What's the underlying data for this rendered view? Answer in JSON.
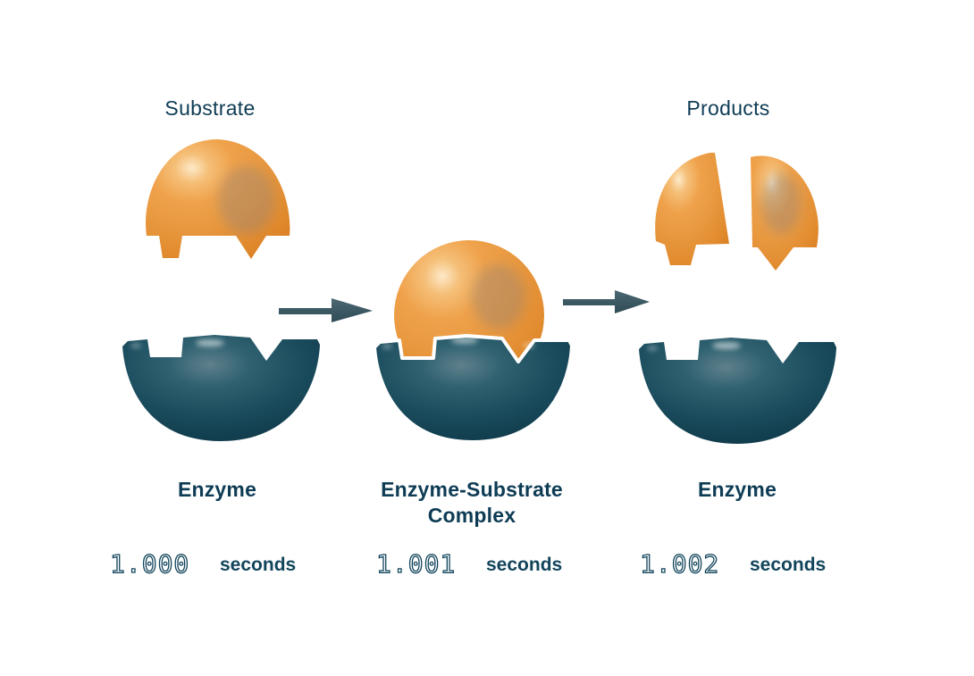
{
  "diagram": {
    "stage_labels": {
      "substrate": "Substrate",
      "products": "Products",
      "enzyme_left": "Enzyme",
      "complex": "Enzyme-Substrate Complex",
      "enzyme_right": "Enzyme"
    },
    "timers": [
      {
        "value": "1.000",
        "unit": "seconds"
      },
      {
        "value": "1.001",
        "unit": "seconds"
      },
      {
        "value": "1.002",
        "unit": "seconds"
      }
    ],
    "colors": {
      "substrate_orange": "#E99940",
      "substrate_orange_highlight": "#FDE9C8",
      "enzyme_teal": "#16485A",
      "enzyme_teal_dark": "#0B3140",
      "label_navy": "#0E3C55",
      "timer_navy": "#12455C",
      "arrow_slate": "#3B5862",
      "background": "#FFFFFF"
    }
  }
}
